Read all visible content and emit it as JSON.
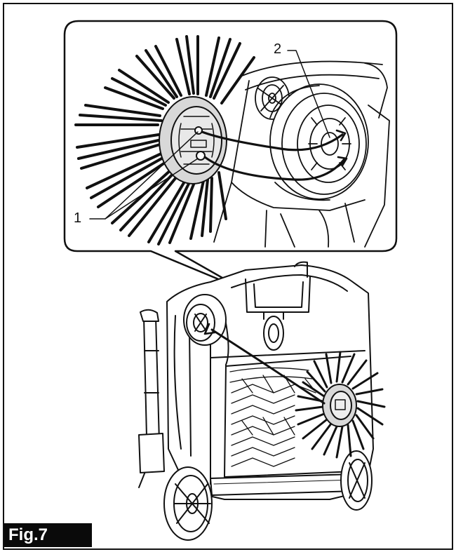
{
  "figure": {
    "tag": "Fig.7",
    "callouts": [
      {
        "id": "1",
        "text": "1"
      },
      {
        "id": "2",
        "text": "2"
      }
    ]
  }
}
